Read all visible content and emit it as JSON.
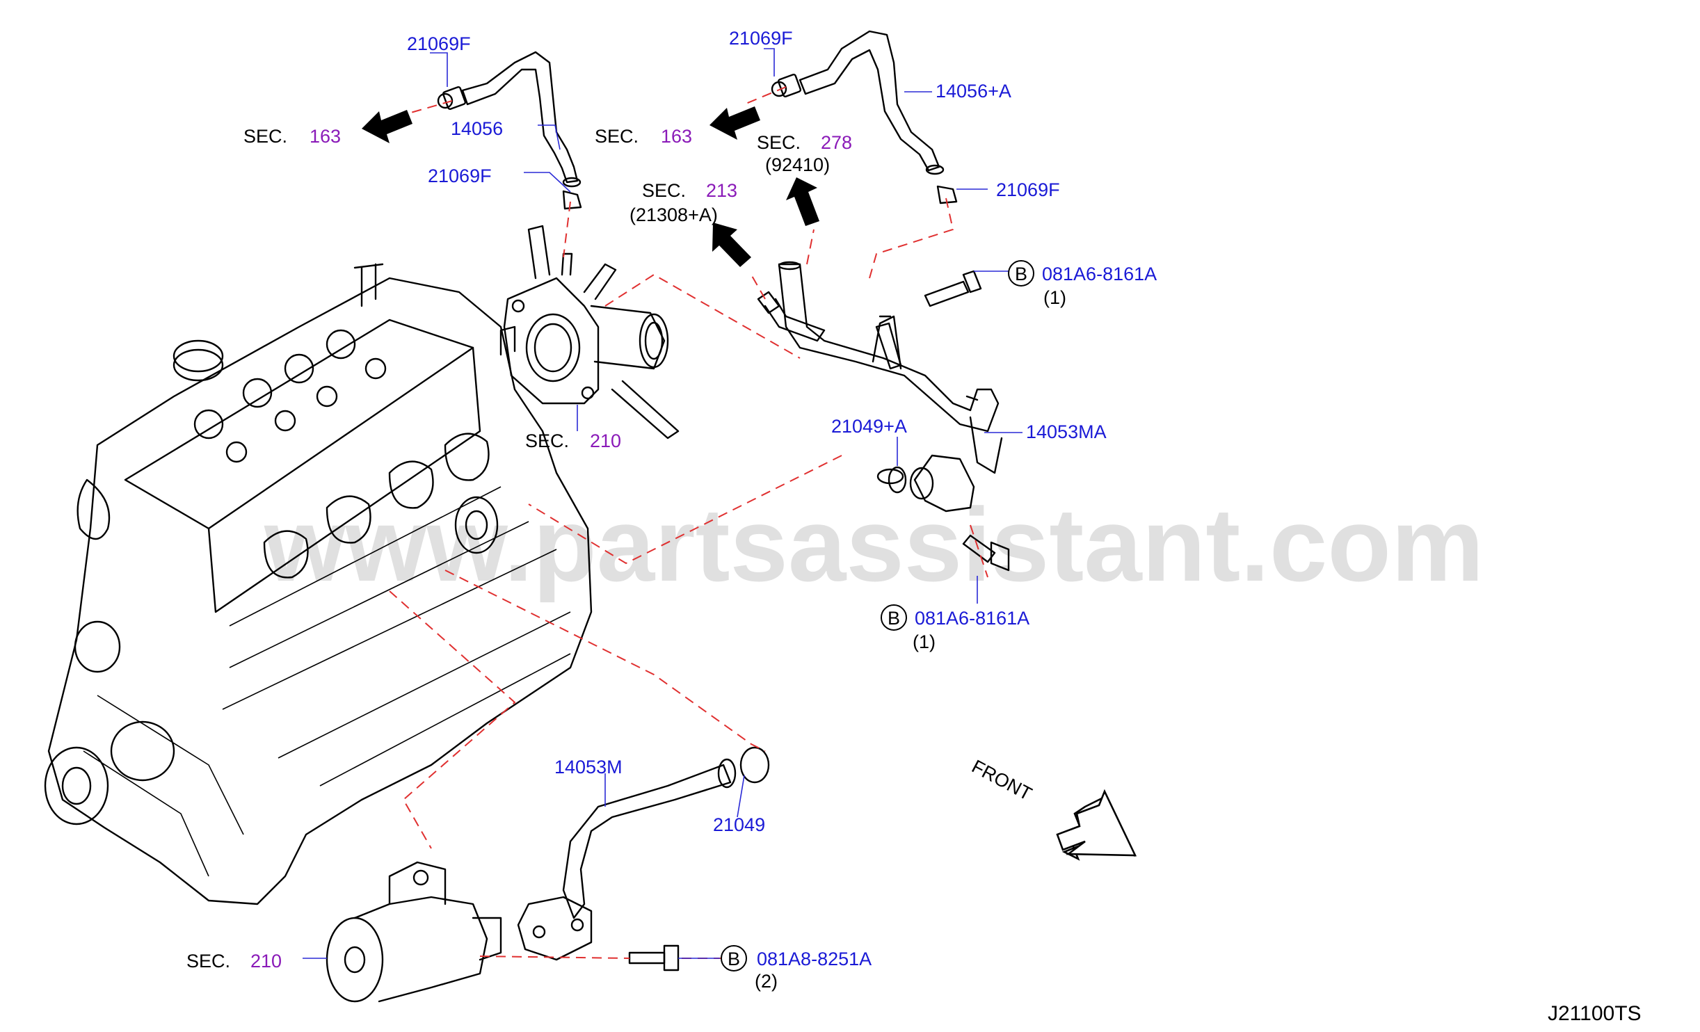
{
  "diagram_code": "J21100TS",
  "watermark": "www.partsassistant.com",
  "front_label": "FRONT",
  "parts": {
    "p_21069F_a": "21069F",
    "p_21069F_b": "21069F",
    "p_21069F_c": "21069F",
    "p_21069F_d": "21069F",
    "p_14056": "14056",
    "p_14056A": "14056+A",
    "p_14053MA": "14053MA",
    "p_21049A": "21049+A",
    "p_14053M": "14053M",
    "p_21049": "21049"
  },
  "sections": {
    "sec_word": "SEC.",
    "s163_left": "163",
    "s163_right": "163",
    "s278": "278",
    "s278_sub": "(92410)",
    "s213": "213",
    "s213_sub": "(21308+A)",
    "s210_top": "210",
    "s210_bottom": "210"
  },
  "bolts": {
    "b1_badge": "B",
    "b1_part": "081A6-8161A",
    "b1_qty": "(1)",
    "b2_badge": "B",
    "b2_part": "081A6-8161A",
    "b2_qty": "(1)",
    "b3_badge": "B",
    "b3_part": "081A8-8251A",
    "b3_qty": "(2)"
  },
  "colors": {
    "part_number": "#1a1ad6",
    "section_number": "#8a1ab8",
    "connector_dash": "#e03030"
  }
}
